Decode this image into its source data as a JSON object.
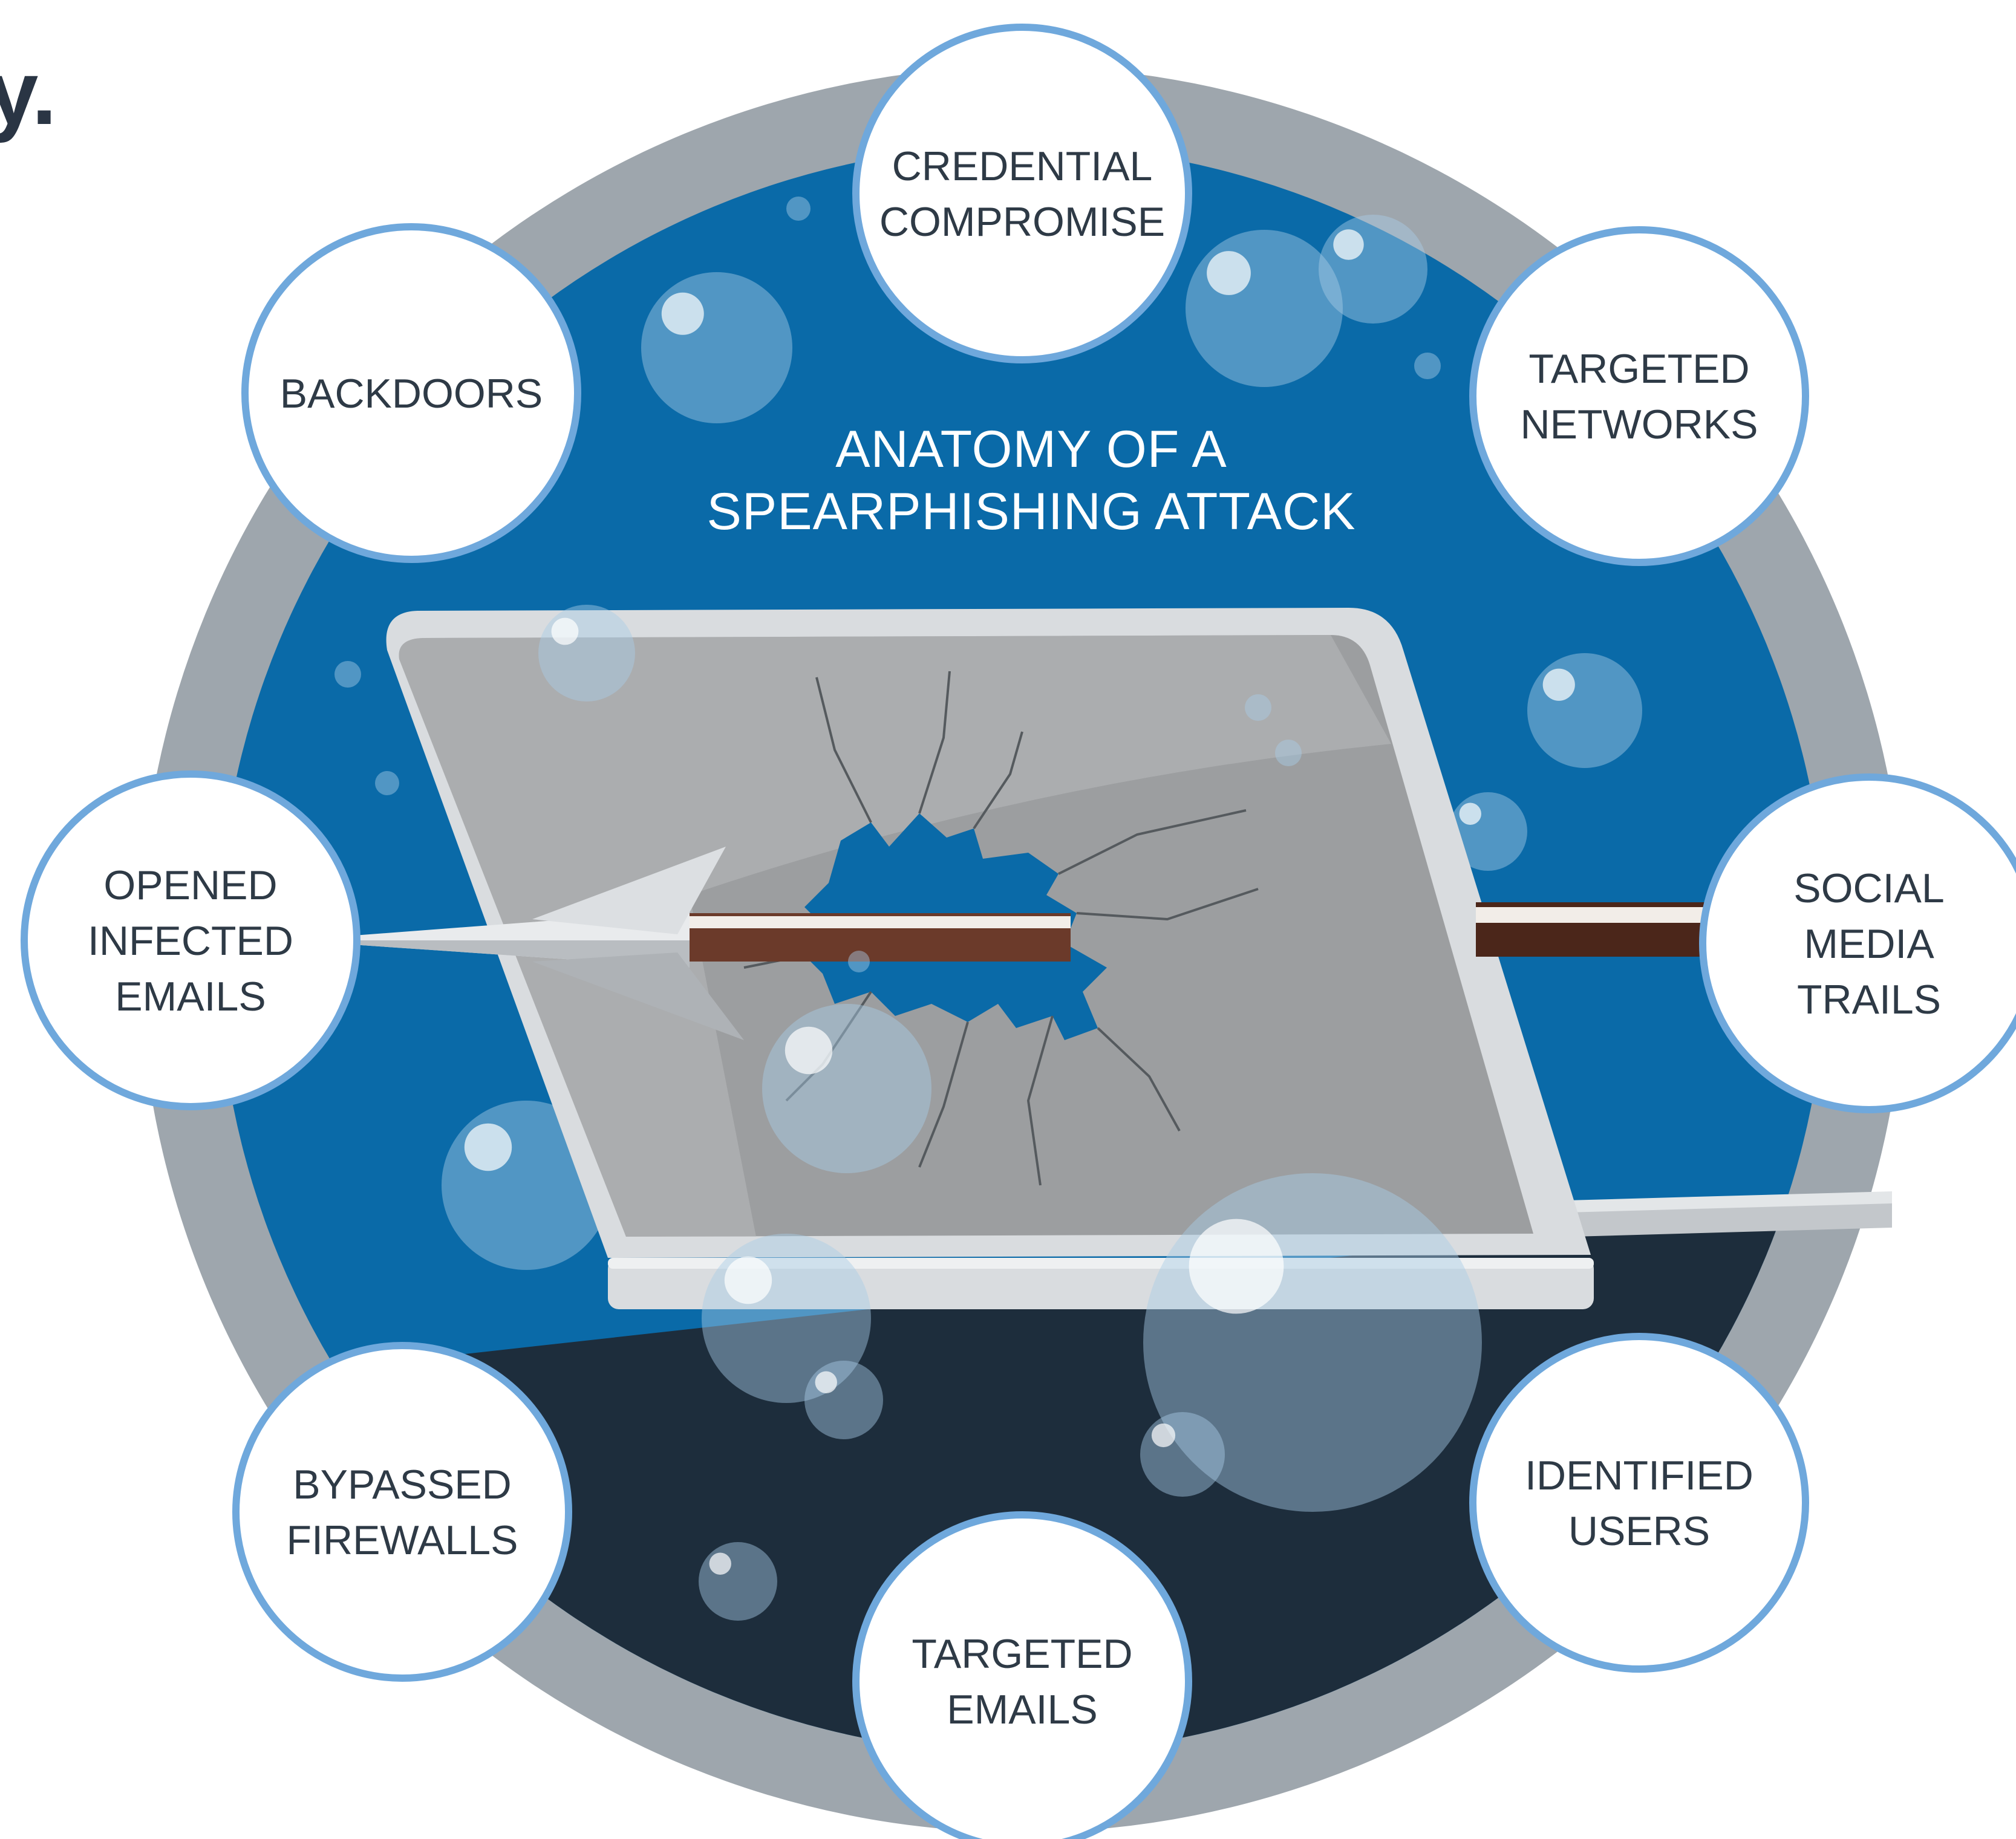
{
  "corner_text": "y.",
  "title": {
    "line1": "ANATOMY OF A",
    "line2": "SPEARPHISHING ATTACK"
  },
  "nodes": [
    {
      "id": "credential-compromise",
      "lines": [
        "CREDENTIAL",
        "COMPROMISE"
      ]
    },
    {
      "id": "targeted-networks",
      "lines": [
        "TARGETED",
        "NETWORKS"
      ]
    },
    {
      "id": "social-media-trails",
      "lines": [
        "SOCIAL",
        "MEDIA",
        "TRAILS"
      ]
    },
    {
      "id": "identified-users",
      "lines": [
        "IDENTIFIED",
        "USERS"
      ]
    },
    {
      "id": "targeted-emails",
      "lines": [
        "TARGETED",
        "EMAILS"
      ]
    },
    {
      "id": "bypassed-firewalls",
      "lines": [
        "BYPASSED",
        "FIREWALLS"
      ]
    },
    {
      "id": "opened-infected-emails",
      "lines": [
        "OPENED",
        "INFECTED",
        "EMAILS"
      ]
    },
    {
      "id": "backdoors",
      "lines": [
        "BACKDOORS"
      ]
    }
  ],
  "colors": {
    "outer_ring": "#9ea6ad",
    "upper_disc": "#0a6aa8",
    "lower_disc": "#1d2d3c",
    "node_border": "#6fa8dc",
    "arrow_shaft": "#6b3a2a",
    "laptop_frame": "#d9dcdf",
    "laptop_screen": "#9c9ea0"
  },
  "icons": {
    "laptop": "laptop-icon",
    "arrow": "arrow-icon",
    "cracked_screen": "cracked-screen-icon"
  }
}
